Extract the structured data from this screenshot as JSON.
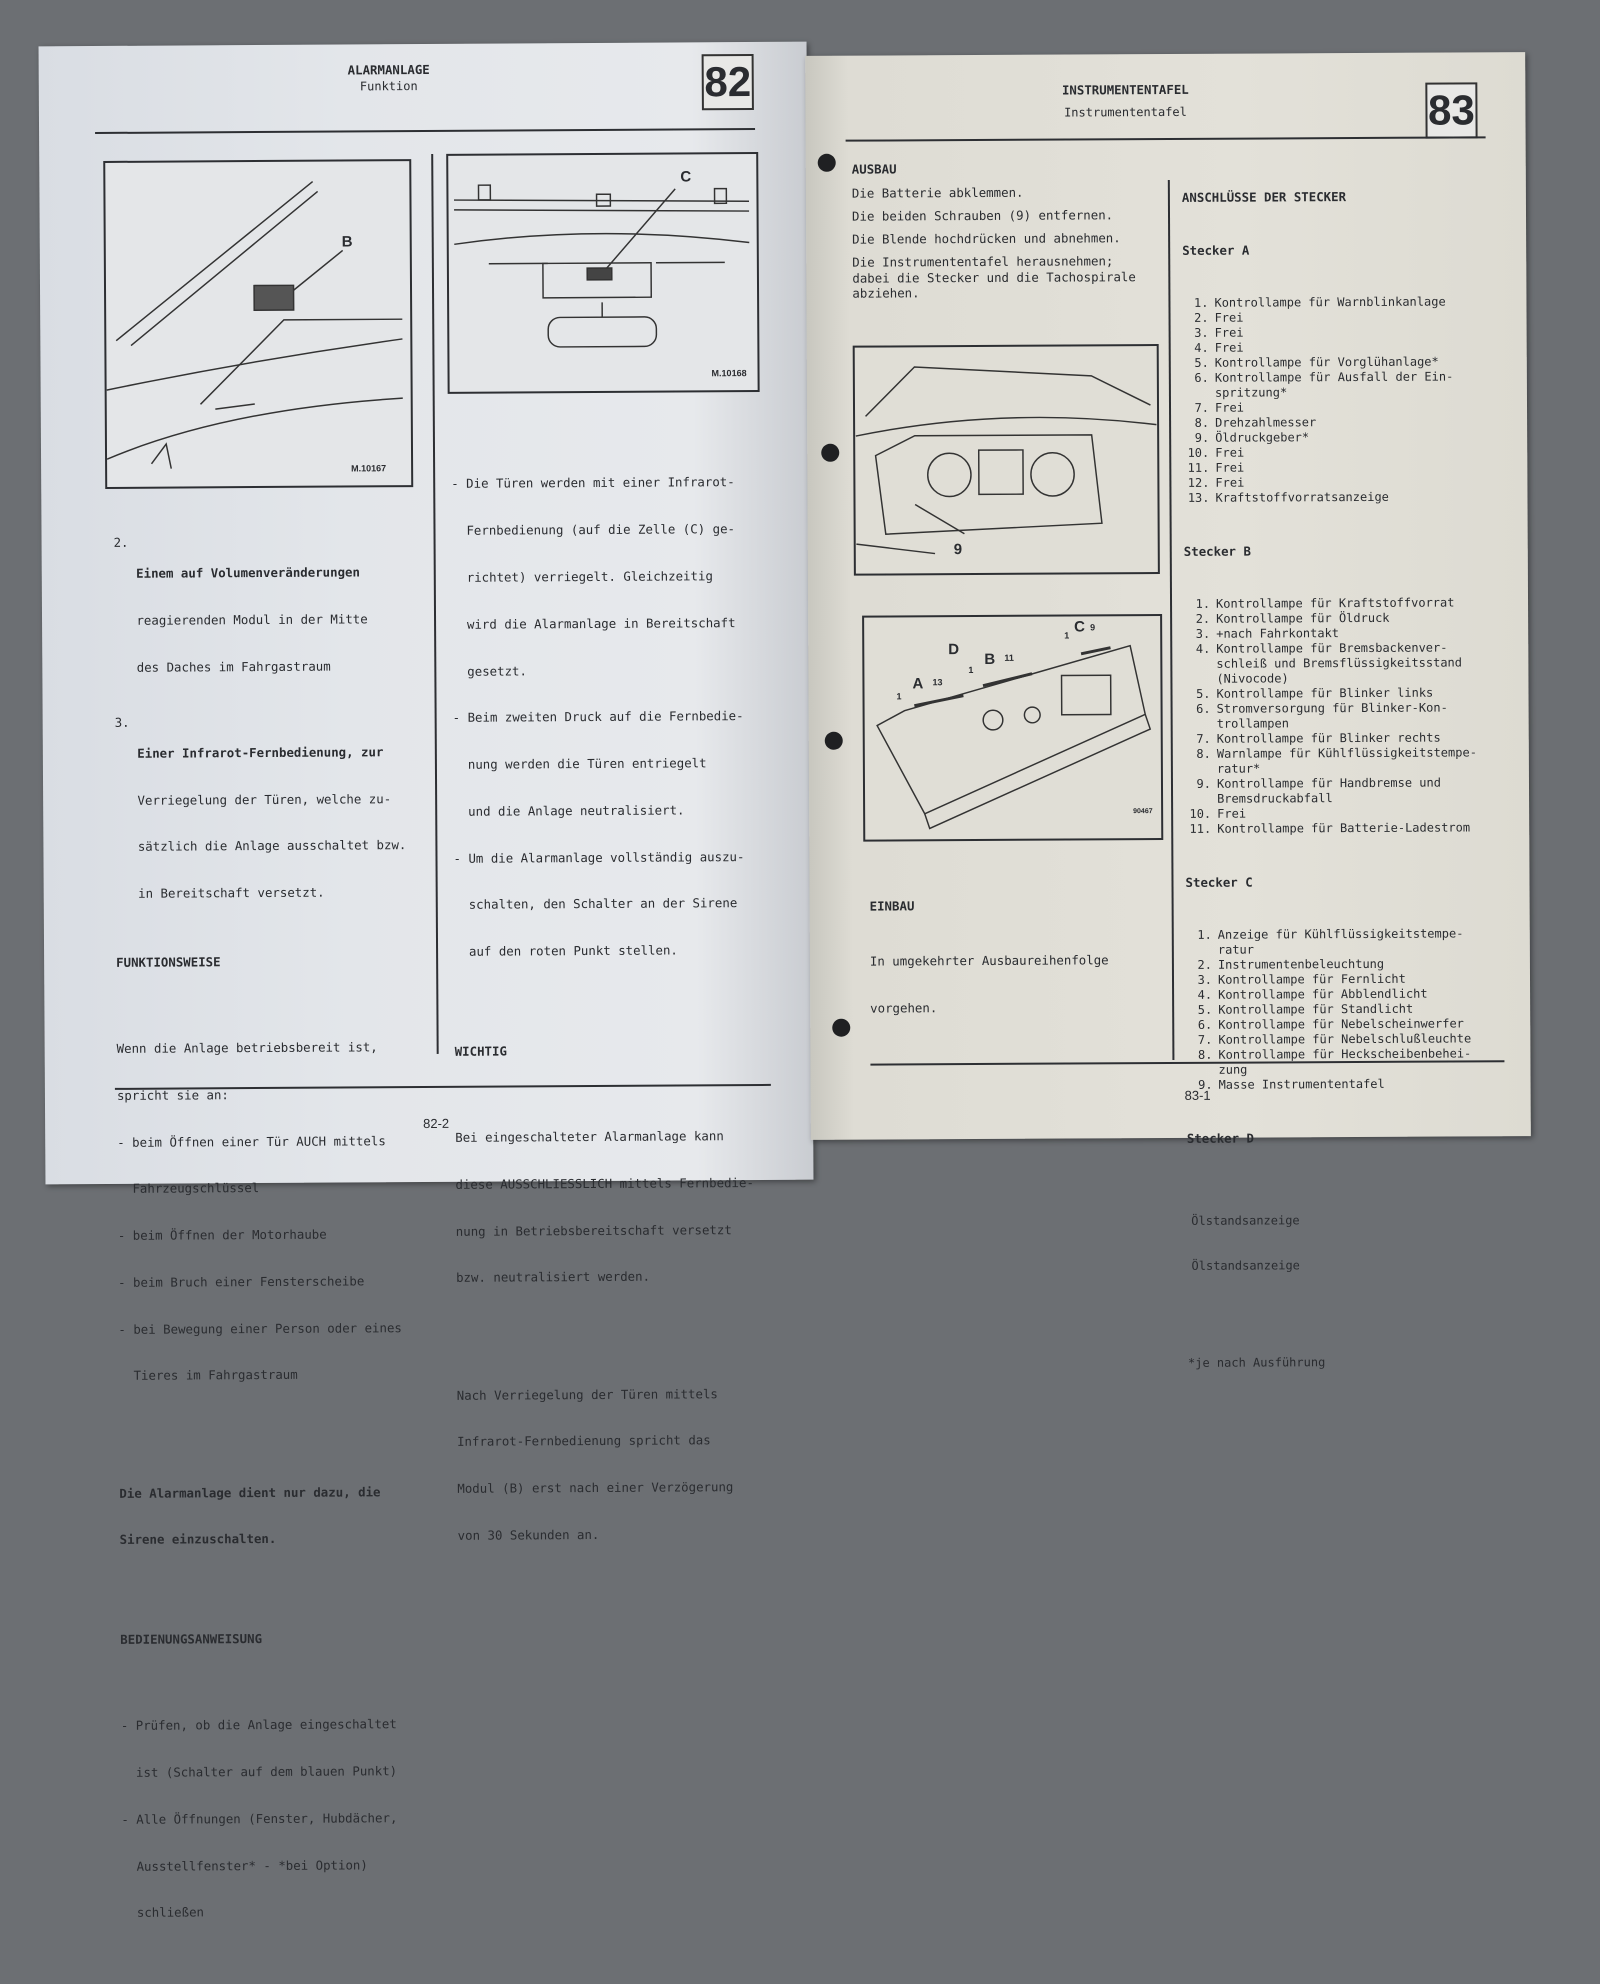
{
  "left_page": {
    "header_title": "ALARMANLAGE",
    "header_subtitle": "Funktion",
    "chapter_number": "82",
    "figure1": {
      "label_b": "B",
      "code": "M.10167"
    },
    "figure2": {
      "label_c": "C",
      "code": "M.10168"
    },
    "col1": {
      "item2_num": "2.",
      "item2_lines": [
        "Einem auf Volumenveränderungen",
        "reagierenden Modul in der Mitte",
        "des Daches im Fahrgastraum"
      ],
      "item3_num": "3.",
      "item3_lines": [
        "Einer Infrarot-Fernbedienung, zur",
        "Verriegelung der Türen, welche zu-",
        "sätzlich die Anlage ausschaltet bzw.",
        "in Bereitschaft versetzt."
      ],
      "funktionsweise_heading": "FUNKTIONSWEISE",
      "funktionsweise_lines": [
        "Wenn die Anlage betriebsbereit ist,",
        "spricht sie an:",
        "- beim Öffnen einer Tür AUCH mittels",
        "  Fahrzeugschlüssel",
        "- beim Öffnen der Motorhaube",
        "- beim Bruch einer Fensterscheibe",
        "- bei Bewegung einer Person oder eines",
        "  Tieres im Fahrgastraum"
      ],
      "note_lines": [
        "Die Alarmanlage dient nur dazu, die",
        "Sirene einzuschalten."
      ],
      "bedienung_heading": "BEDIENUNGSANWEISUNG",
      "bedienung_lines": [
        "- Prüfen, ob die Anlage eingeschaltet",
        "  ist (Schalter auf dem blauen Punkt)",
        "- Alle Öffnungen (Fenster, Hubdächer,",
        "  Ausstellfenster* - *bei Option)",
        "  schließen"
      ]
    },
    "col2": {
      "bullets_lines": [
        "- Die Türen werden mit einer Infrarot-",
        "  Fernbedienung (auf die Zelle (C) ge-",
        "  richtet) verriegelt. Gleichzeitig",
        "  wird die Alarmanlage in Bereitschaft",
        "  gesetzt.",
        "- Beim zweiten Druck auf die Fernbedie-",
        "  nung werden die Türen entriegelt",
        "  und die Anlage neutralisiert.",
        "- Um die Alarmanlage vollständig auszu-",
        "  schalten, den Schalter an der Sirene",
        "  auf den roten Punkt stellen."
      ],
      "wichtig_heading": "WICHTIG",
      "wichtig_lines": [
        "Bei eingeschalteter Alarmanlage kann",
        "diese AUSSCHLIESSLICH mittels Fernbedie-",
        "nung in Betriebsbereitschaft versetzt",
        "bzw. neutralisiert werden."
      ],
      "nach_lines": [
        "Nach Verriegelung der Türen mittels",
        "Infrarot-Fernbedienung spricht das",
        "Modul (B) erst nach einer Verzögerung",
        "von 30 Sekunden an."
      ]
    },
    "page_number": "82-2"
  },
  "right_page": {
    "header_title": "INSTRUMENTENTAFEL",
    "header_subtitle": "Instrumententafel",
    "chapter_number": "83",
    "ausbau_heading": "AUSBAU",
    "ausbau_paragraphs": [
      "Die Batterie abklemmen.",
      "Die beiden Schrauben (9) entfernen.",
      "Die Blende hochdrücken und abnehmen.",
      "Die Instrumententafel herausnehmen;\ndabei die Stecker und die Tachospirale\nabziehen."
    ],
    "figure3": {
      "label_9": "9"
    },
    "figure4": {
      "label_a": "A",
      "label_b": "B",
      "label_c": "C",
      "label_d": "D",
      "a_start": "1",
      "a_end": "13",
      "b_start": "1",
      "b_end": "11",
      "c_start": "1",
      "c_end": "9",
      "code": "90467"
    },
    "einbau_heading": "EINBAU",
    "einbau_lines": [
      "In umgekehrter Ausbaureihenfolge",
      "vorgehen."
    ],
    "anschluesse_heading": "ANSCHLÜSSE DER STECKER",
    "stecker_a": {
      "heading": "Stecker A",
      "items": [
        {
          "n": "1.",
          "t": "Kontrollampe für Warnblinkanlage"
        },
        {
          "n": "2.",
          "t": "Frei"
        },
        {
          "n": "3.",
          "t": "Frei"
        },
        {
          "n": "4.",
          "t": "Frei"
        },
        {
          "n": "5.",
          "t": "Kontrollampe für Vorglühanlage*"
        },
        {
          "n": "6.",
          "t": "Kontrollampe für Ausfall der Ein-\nspritzung*"
        },
        {
          "n": "7.",
          "t": "Frei"
        },
        {
          "n": "8.",
          "t": "Drehzahlmesser"
        },
        {
          "n": "9.",
          "t": "Öldruckgeber*"
        },
        {
          "n": "10.",
          "t": "Frei"
        },
        {
          "n": "11.",
          "t": "Frei"
        },
        {
          "n": "12.",
          "t": "Frei"
        },
        {
          "n": "13.",
          "t": "Kraftstoffvorratsanzeige"
        }
      ]
    },
    "stecker_b": {
      "heading": "Stecker B",
      "items": [
        {
          "n": "1.",
          "t": "Kontrollampe für Kraftstoffvorrat"
        },
        {
          "n": "2.",
          "t": "Kontrollampe für Öldruck"
        },
        {
          "n": "3.",
          "t": "+nach Fahrkontakt"
        },
        {
          "n": "4.",
          "t": "Kontrollampe für Bremsbackenver-\nschleiß und Bremsflüssigkeitsstand\n(Nivocode)"
        },
        {
          "n": "5.",
          "t": "Kontrollampe für Blinker links"
        },
        {
          "n": "6.",
          "t": "Stromversorgung für Blinker-Kon-\ntrollampen"
        },
        {
          "n": "7.",
          "t": "Kontrollampe für Blinker rechts"
        },
        {
          "n": "8.",
          "t": "Warnlampe für Kühlflüssigkeitstempe-\nratur*"
        },
        {
          "n": "9.",
          "t": "Kontrollampe für Handbremse und\nBremsdruckabfall"
        },
        {
          "n": "10.",
          "t": "Frei"
        },
        {
          "n": "11.",
          "t": "Kontrollampe für Batterie-Ladestrom"
        }
      ]
    },
    "stecker_c": {
      "heading": "Stecker C",
      "items": [
        {
          "n": "1.",
          "t": "Anzeige für Kühlflüssigkeitstempe-\nratur"
        },
        {
          "n": "2.",
          "t": "Instrumentenbeleuchtung"
        },
        {
          "n": "3.",
          "t": "Kontrollampe für Fernlicht"
        },
        {
          "n": "4.",
          "t": "Kontrollampe für Abblendlicht"
        },
        {
          "n": "5.",
          "t": "Kontrollampe für Standlicht"
        },
        {
          "n": "6.",
          "t": "Kontrollampe für Nebelscheinwerfer"
        },
        {
          "n": "7.",
          "t": "Kontrollampe für Nebelschlußleuchte"
        },
        {
          "n": "8.",
          "t": "Kontrollampe für Heckscheibenbehei-\nzung"
        },
        {
          "n": "9.",
          "t": "Masse Instrumententafel"
        }
      ]
    },
    "stecker_d": {
      "heading": "Stecker D",
      "items": [
        "Ölstandsanzeige",
        "Ölstandsanzeige"
      ]
    },
    "footnote": "*je nach Ausführung",
    "page_number": "83-1"
  }
}
